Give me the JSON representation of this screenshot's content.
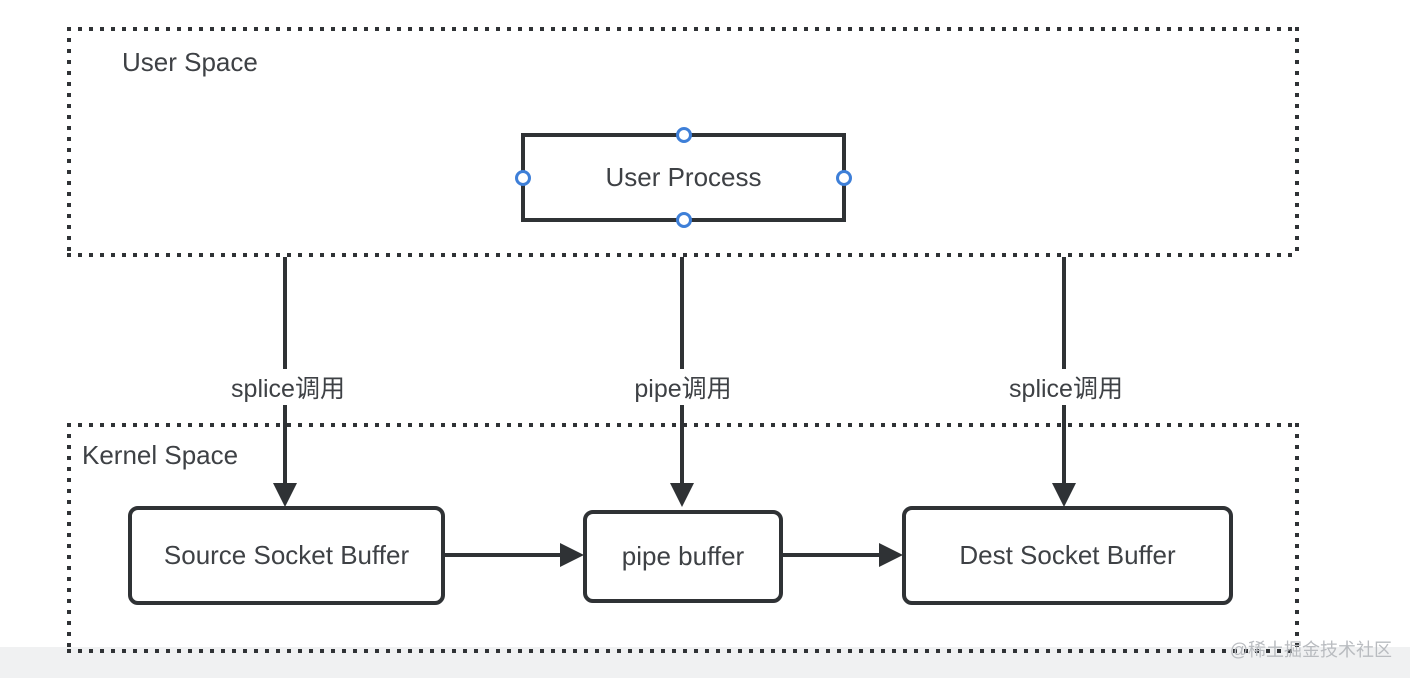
{
  "colors": {
    "line": "#2f3235",
    "text": "#3e4145",
    "handle_blue": "#3e7fd8",
    "watermark": "#b9bcc0",
    "band": "#f0f1f2"
  },
  "user_space": {
    "label": "User Space"
  },
  "kernel_space": {
    "label": "Kernel Space"
  },
  "user_process": {
    "label": "User Process"
  },
  "call_labels": {
    "left": "splice调用",
    "middle": "pipe调用",
    "right": "splice调用"
  },
  "kernel_boxes": {
    "source": {
      "label": "Source Socket Buffer"
    },
    "pipe": {
      "label": "pipe buffer"
    },
    "dest": {
      "label": "Dest Socket Buffer"
    }
  },
  "watermark": {
    "text": "@稀土掘金技术社区"
  }
}
